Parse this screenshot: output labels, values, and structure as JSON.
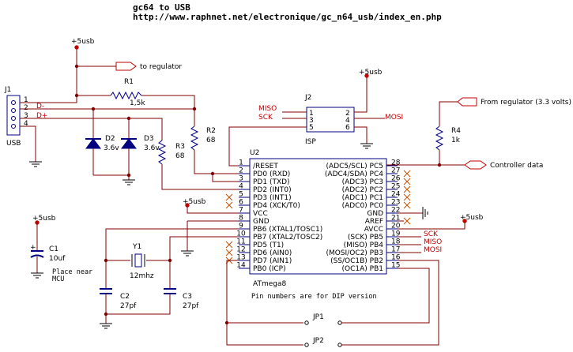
{
  "header": {
    "title": "gc64 to USB",
    "url": "http://www.raphnet.net/electronique/gc_n64_usb/index_en.php"
  },
  "labels": {
    "to_regulator": "to regulator",
    "from_regulator": "From regulator (3.3 volts)",
    "controller_data": "Controller data",
    "place_near_mcu_1": "Place near",
    "place_near_mcu_2": "MCU",
    "pin_note": "Pin numbers are for DIP version"
  },
  "power": {
    "p5_top": "+5usb",
    "p5_j2": "+5usb",
    "p5_vcc": "+5usb",
    "p5_c1": "+5usb",
    "p5_avcc": "+5usb"
  },
  "j1": {
    "ref": "J1",
    "name": "USB",
    "pins": [
      "1",
      "2",
      "3",
      "4"
    ],
    "nets": [
      "D-",
      "D+"
    ]
  },
  "j2": {
    "ref": "J2",
    "name": "ISP",
    "pins_left": [
      "1",
      "3",
      "5"
    ],
    "pins_right": [
      "2",
      "4",
      "6"
    ],
    "miso": "MISO",
    "sck": "SCK",
    "mosi": "MOSI"
  },
  "components": {
    "r1": {
      "ref": "R1",
      "value": "1,5k"
    },
    "r2": {
      "ref": "R2",
      "value": "68"
    },
    "r3": {
      "ref": "R3",
      "value": "68"
    },
    "r4": {
      "ref": "R4",
      "value": "1k"
    },
    "d2": {
      "ref": "D2",
      "value": "3.6v"
    },
    "d3": {
      "ref": "D3",
      "value": "3.6v"
    },
    "c1": {
      "ref": "C1",
      "value": "10uf"
    },
    "c2": {
      "ref": "C2",
      "value": "27pf"
    },
    "c3": {
      "ref": "C3",
      "value": "27pf"
    },
    "y1": {
      "ref": "Y1",
      "value": "12mhz"
    },
    "jp1": {
      "ref": "JP1"
    },
    "jp2": {
      "ref": "JP2"
    }
  },
  "u2": {
    "ref": "U2",
    "name": "ATmega8",
    "left_pins": [
      {
        "num": "1",
        "name": "/RESET"
      },
      {
        "num": "2",
        "name": "PD0 (RXD)"
      },
      {
        "num": "3",
        "name": "PD1 (TXD)"
      },
      {
        "num": "4",
        "name": "PD2 (INT0)"
      },
      {
        "num": "5",
        "name": "PD3 (INT1)"
      },
      {
        "num": "6",
        "name": "PD4 (XCK/T0)"
      },
      {
        "num": "7",
        "name": "VCC"
      },
      {
        "num": "8",
        "name": "GND"
      },
      {
        "num": "9",
        "name": "PB6 (XTAL1/TOSC1)"
      },
      {
        "num": "10",
        "name": "PB7 (XTAL2/TOSC2)"
      },
      {
        "num": "11",
        "name": "PD5 (T1)"
      },
      {
        "num": "12",
        "name": "PD6 (AIN0)"
      },
      {
        "num": "13",
        "name": "PD7 (AIN1)"
      },
      {
        "num": "14",
        "name": "PB0 (ICP)"
      }
    ],
    "right_pins": [
      {
        "num": "28",
        "name": "(ADC5/SCL) PC5"
      },
      {
        "num": "27",
        "name": "(ADC4/SDA) PC4"
      },
      {
        "num": "26",
        "name": "(ADC3) PC3"
      },
      {
        "num": "25",
        "name": "(ADC2) PC2"
      },
      {
        "num": "24",
        "name": "(ADC1) PC1"
      },
      {
        "num": "23",
        "name": "(ADC0) PC0"
      },
      {
        "num": "22",
        "name": "GND"
      },
      {
        "num": "21",
        "name": "AREF"
      },
      {
        "num": "20",
        "name": "AVCC"
      },
      {
        "num": "19",
        "name": "(SCK) PB5"
      },
      {
        "num": "18",
        "name": "(MISO) PB4"
      },
      {
        "num": "17",
        "name": "(MOSI/OC2) PB3"
      },
      {
        "num": "16",
        "name": "(SS/OC1B) PB2"
      },
      {
        "num": "15",
        "name": "(OC1A) PB1"
      }
    ],
    "right_nets": {
      "sck": "SCK",
      "miso": "MISO",
      "mosi": "MOSI"
    }
  }
}
